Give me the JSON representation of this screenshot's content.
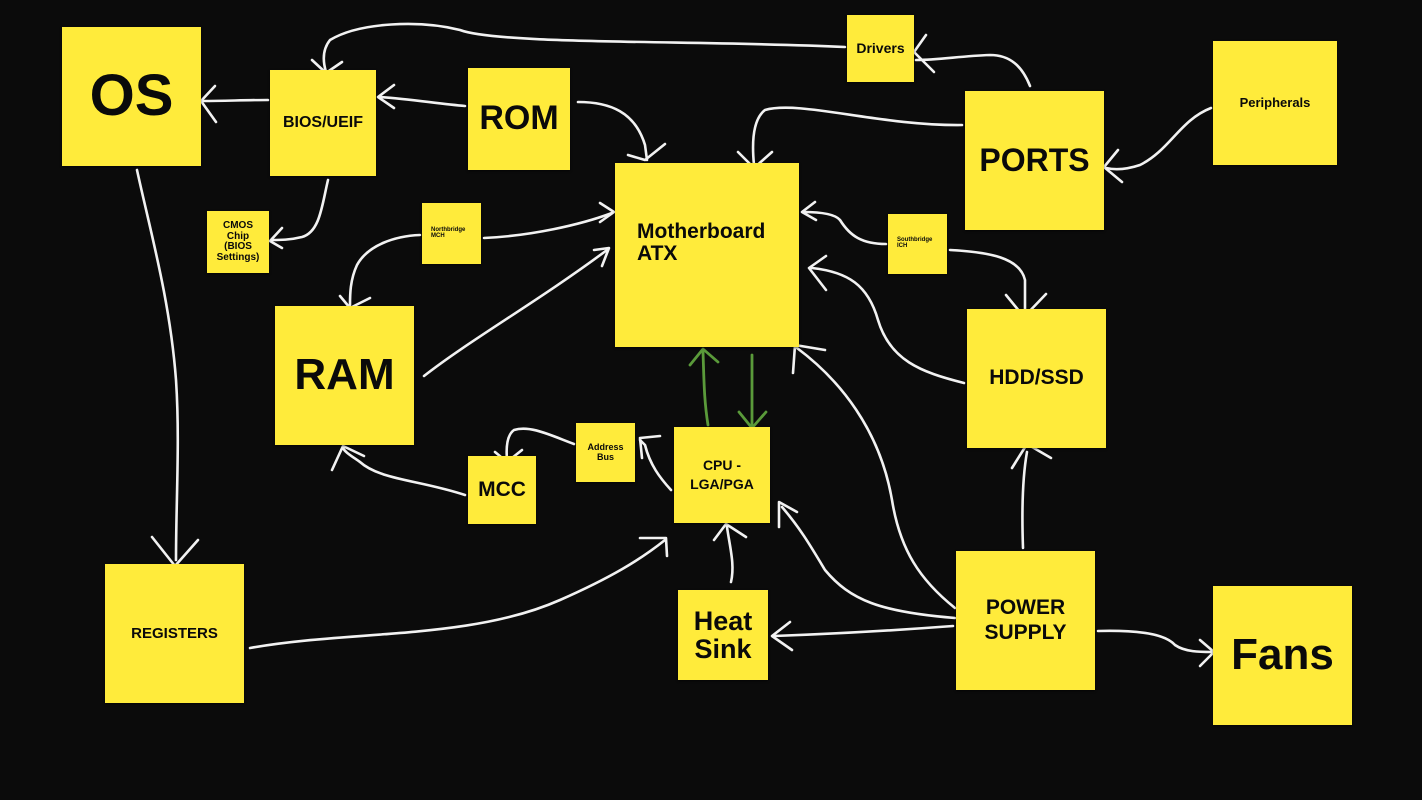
{
  "board": {
    "background": "#0b0b0b",
    "note_color": "#ffeb3b",
    "arrow_color": "#f2f2f2",
    "cpu_link_color": "#5a9a3a"
  },
  "notes": {
    "os": "OS",
    "bios": "BIOS/UEIF",
    "rom": "ROM",
    "drivers": "Drivers",
    "peripherals": "Peripherals",
    "ports": "PORTS",
    "cmos": [
      "CMOS",
      "Chip",
      "(BIOS",
      "Settings)"
    ],
    "northbridge": [
      "Northbridge",
      "MCH"
    ],
    "motherboard": [
      "Motherboard",
      "ATX"
    ],
    "southbridge": [
      "Southbridge",
      "ICH"
    ],
    "ram": "RAM",
    "hdd": "HDD/SSD",
    "address_bus": [
      "Address",
      "Bus"
    ],
    "mcc": "MCC",
    "cpu": [
      "CPU -",
      "LGA/PGA"
    ],
    "registers": "REGISTERS",
    "heat_sink": [
      "Heat",
      "Sink"
    ],
    "power_supply": [
      "POWER",
      "SUPPLY"
    ],
    "fans": "Fans"
  }
}
